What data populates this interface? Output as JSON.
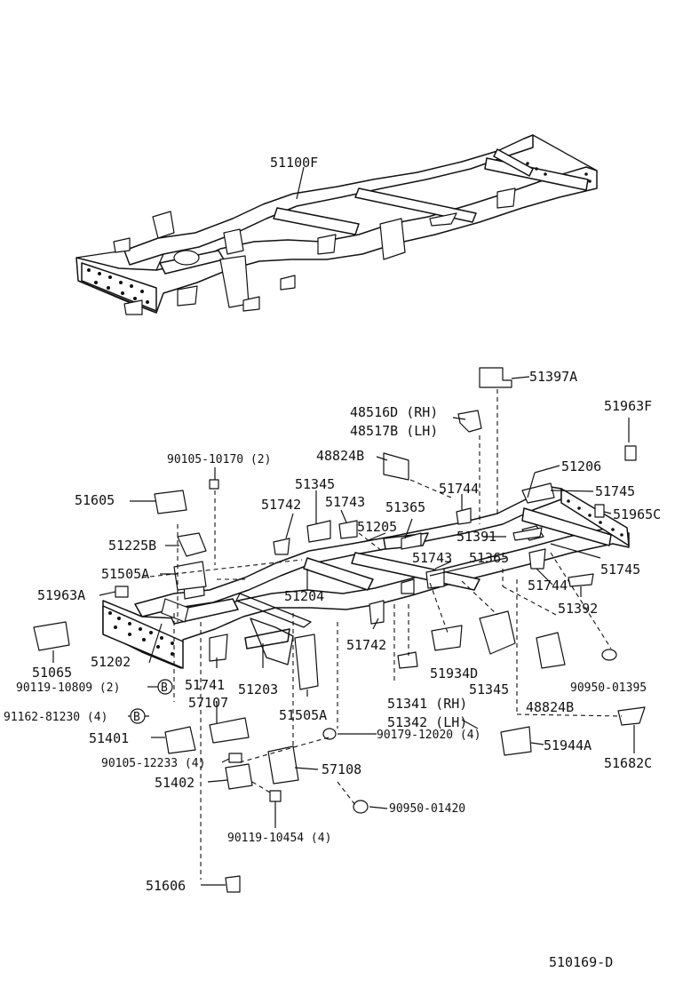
{
  "diagram_code": "510169-D",
  "circle_marker": "B",
  "labels": {
    "l51100F": "51100F",
    "l51397A": "51397A",
    "l51963F": "51963F",
    "l48516D": "48516D (RH)",
    "l48517B": "48517B (LH)",
    "l48824B_top": "48824B",
    "l90105_10170": "90105-10170 (2)",
    "l51206": "51206",
    "l51605": "51605",
    "l51345_top": "51345",
    "l51744_top": "51744",
    "l51745_top": "51745",
    "l51742_top": "51742",
    "l51743_top": "51743",
    "l51365_top": "51365",
    "l51965C": "51965C",
    "l51225B": "51225B",
    "l51205": "51205",
    "l51391": "51391",
    "l51505A_top": "51505A",
    "l51743_mid": "51743",
    "l51365_mid": "51365",
    "l51745_mid": "51745",
    "l51963A": "51963A",
    "l51204": "51204",
    "l51744_mid": "51744",
    "l51392": "51392",
    "l51742_mid": "51742",
    "l51065": "51065",
    "l51202": "51202",
    "l51934D": "51934D",
    "l51345_mid": "51345",
    "l90950_01395": "90950-01395",
    "l90119_10809": "90119-10809 (2)",
    "l51741": "51741",
    "l51203": "51203",
    "l51341": "51341 (RH)",
    "l51342": "51342 (LH)",
    "l57107": "57107",
    "l51505A_bot": "51505A",
    "l48824B_bot": "48824B",
    "l91162_81230": "91162-81230 (4)",
    "l51401": "51401",
    "l90179_12020": "90179-12020 (4)",
    "l51944A": "51944A",
    "l51682C": "51682C",
    "l90105_12233": "90105-12233 (4)",
    "l57108": "57108",
    "l51402": "51402",
    "l90950_01420": "90950-01420",
    "l90119_10454": "90119-10454 (4)",
    "l51606": "51606"
  }
}
